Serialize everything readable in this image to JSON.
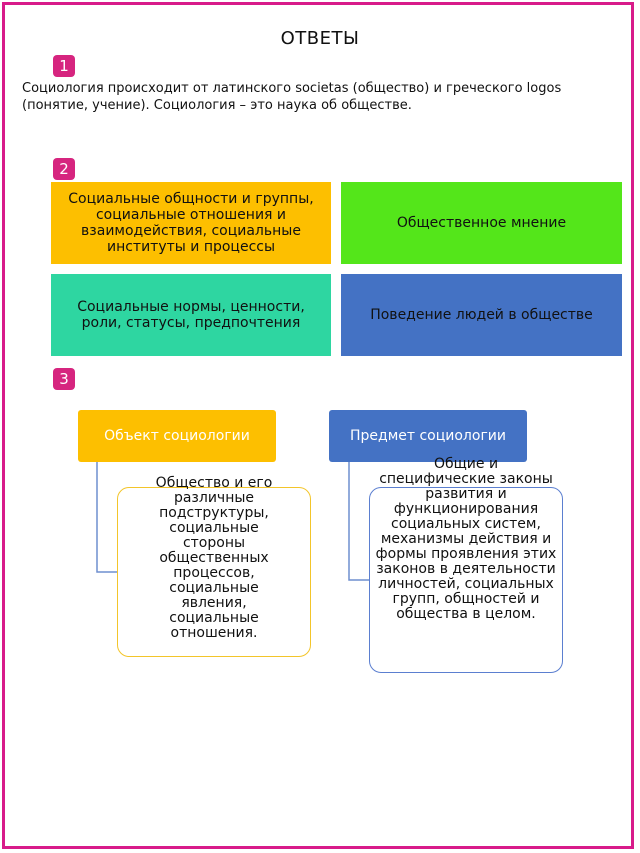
{
  "title": "ОТВЕТЫ",
  "sections": [
    {
      "number": "1"
    },
    {
      "number": "2"
    },
    {
      "number": "3"
    }
  ],
  "intro": "Социология происходит от латинского societas (общество) и греческого logos (понятие, учение). Социология – это наука об обществе.",
  "grid": [
    "Социальные общности и группы, социальные отношения и взаимодействия, социальные институты и процессы",
    "Общественное мнение",
    "Социальные нормы, ценности, роли, статусы, предпочтения",
    "Поведение людей в обществе"
  ],
  "diagram": {
    "object": {
      "header": "Объект социологии",
      "text": "Общество и его различные подструктуры, социальные стороны общественных процессов, социальные явления, социальные отношения."
    },
    "subject": {
      "header": "Предмет социологии",
      "text": "Общие и специфические законы развития и функционирования социальных систем, механизмы действия и формы проявления этих законов в деятельности личностей, социальных групп, общностей и общества в целом."
    }
  },
  "colors": {
    "frame": "#d81b8a",
    "badge": "#d6257f",
    "yellow": "#fdbf00",
    "green": "#54e61a",
    "teal": "#2ed6a1",
    "blue": "#4472c4"
  }
}
